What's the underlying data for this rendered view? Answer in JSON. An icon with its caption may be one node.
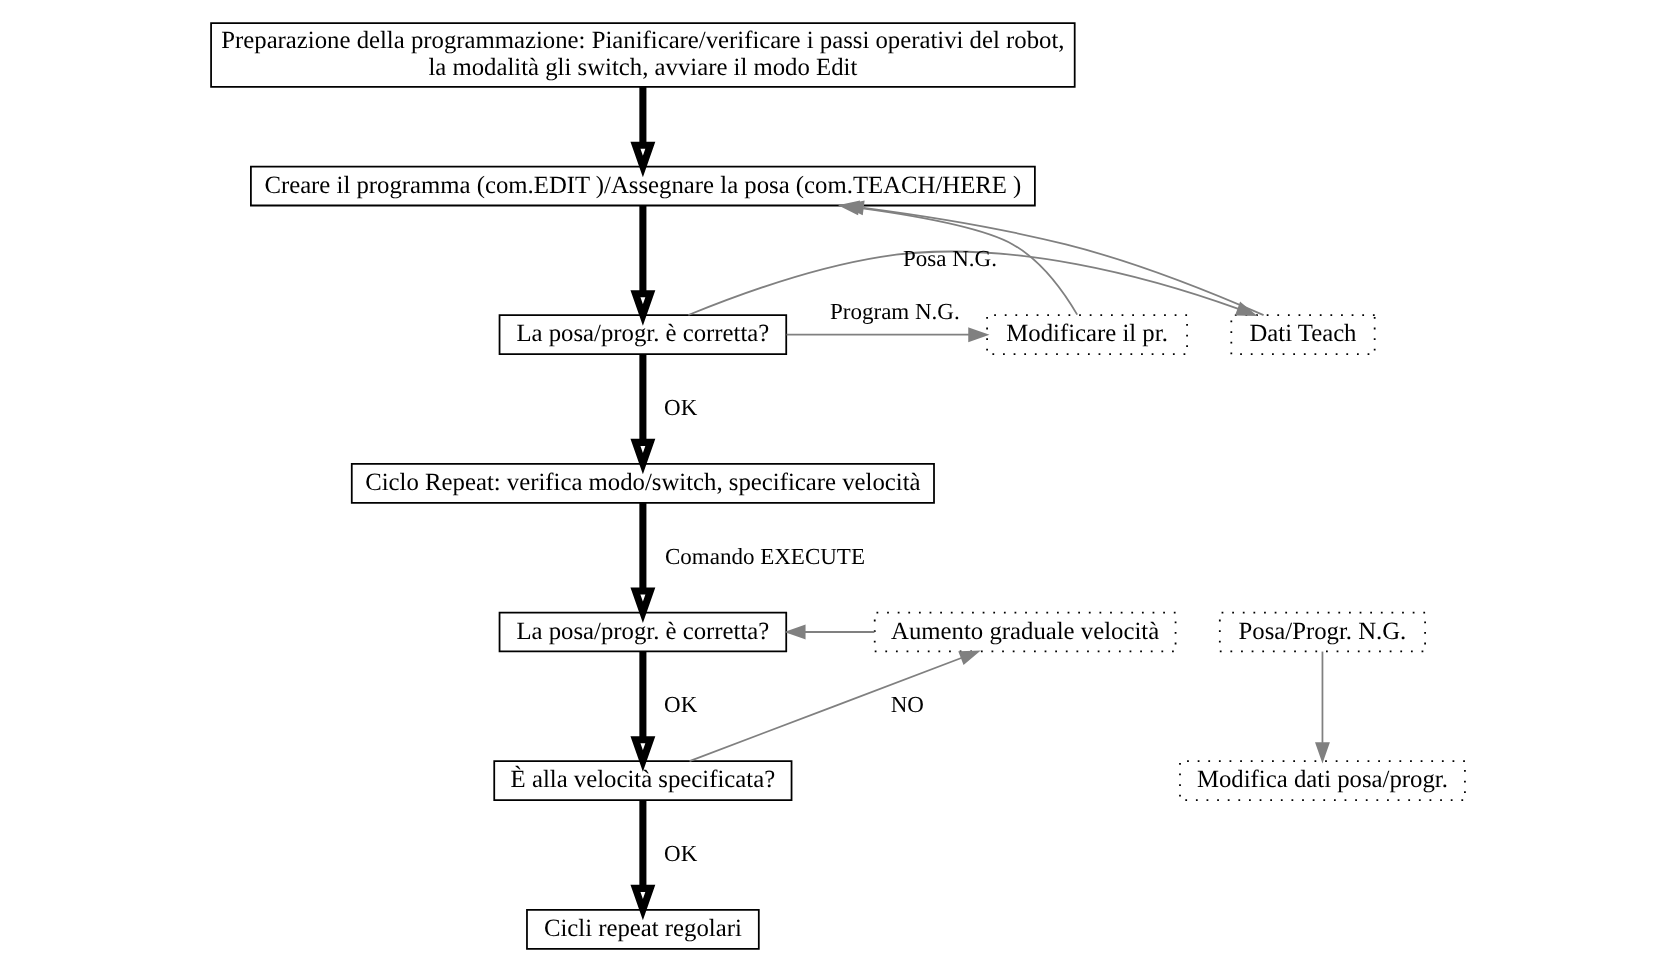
{
  "diagram": {
    "nodes": [
      {
        "text": [
          "Preparazione della programmazione: Pianificare/verificare i passi operativi del robot, la modalità gli switch, avviare il modo Edit"
        ]
      },
      {
        "text": [
          "Creare il programma (com.EDIT )/Assegnare la posa (com.TEACH/HERE )"
        ]
      },
      {
        "text": [
          "Modificare il pr."
        ]
      },
      {
        "text": [
          "Dati Teach"
        ]
      },
      {
        "text": [
          "La posa/progr. è corretta?"
        ]
      },
      {
        "text": [
          "Ciclo Repeat: verifica modo/switch, specificare velocità"
        ]
      },
      {
        "text": [
          "La posa/progr. è corretta?"
        ]
      },
      {
        "text": [
          "Posa/Progr. N.G."
        ]
      },
      {
        "text": [
          "Aumento graduale velocità"
        ]
      },
      {
        "text": [
          "È alla velocità specificata?"
        ]
      },
      {
        "text": [
          "Modifica dati posa/progr."
        ]
      },
      {
        "text": [
          "Cicli repeat regolari"
        ]
      }
    ],
    "edges": [
      {
        "from": 0,
        "to": 1,
        "arrow": "to",
        "style": "thick",
        "color": "#000000"
      },
      {
        "from": 1,
        "to": 4,
        "arrow": "to",
        "style": "thick",
        "color": "#000000"
      },
      {
        "from": 4,
        "to": 2,
        "arrow": "to",
        "label": "Program N.G."
      },
      {
        "from": 2,
        "to": 1,
        "arrow": "to"
      },
      {
        "from": 4,
        "to": 3,
        "arrow": "to",
        "label": "Posa N.G."
      },
      {
        "from": 3,
        "to": 1,
        "arrow": "to"
      },
      {
        "from": 4,
        "to": 5,
        "arrow": "to",
        "label": "OK",
        "style": "thick",
        "color": "#000000"
      },
      {
        "from": 5,
        "to": 6,
        "arrow": "to",
        "label": "Comando EXECUTE",
        "style": "thick",
        "color": "#000000"
      },
      {
        "from": 6,
        "to": 9,
        "arrow": "to",
        "label": "OK",
        "style": "thick",
        "color": "#000000"
      },
      {
        "from": 9,
        "to": 8,
        "arrow": "to",
        "label": "NO"
      },
      {
        "from": 8,
        "to": 6,
        "arrow": "to"
      },
      {
        "from": 9,
        "to": 11,
        "arrow": "to",
        "label": "OK",
        "style": "thick",
        "color": "#000000"
      },
      {
        "from": 7,
        "to": 10,
        "arrow": "to"
      }
    ]
  }
}
